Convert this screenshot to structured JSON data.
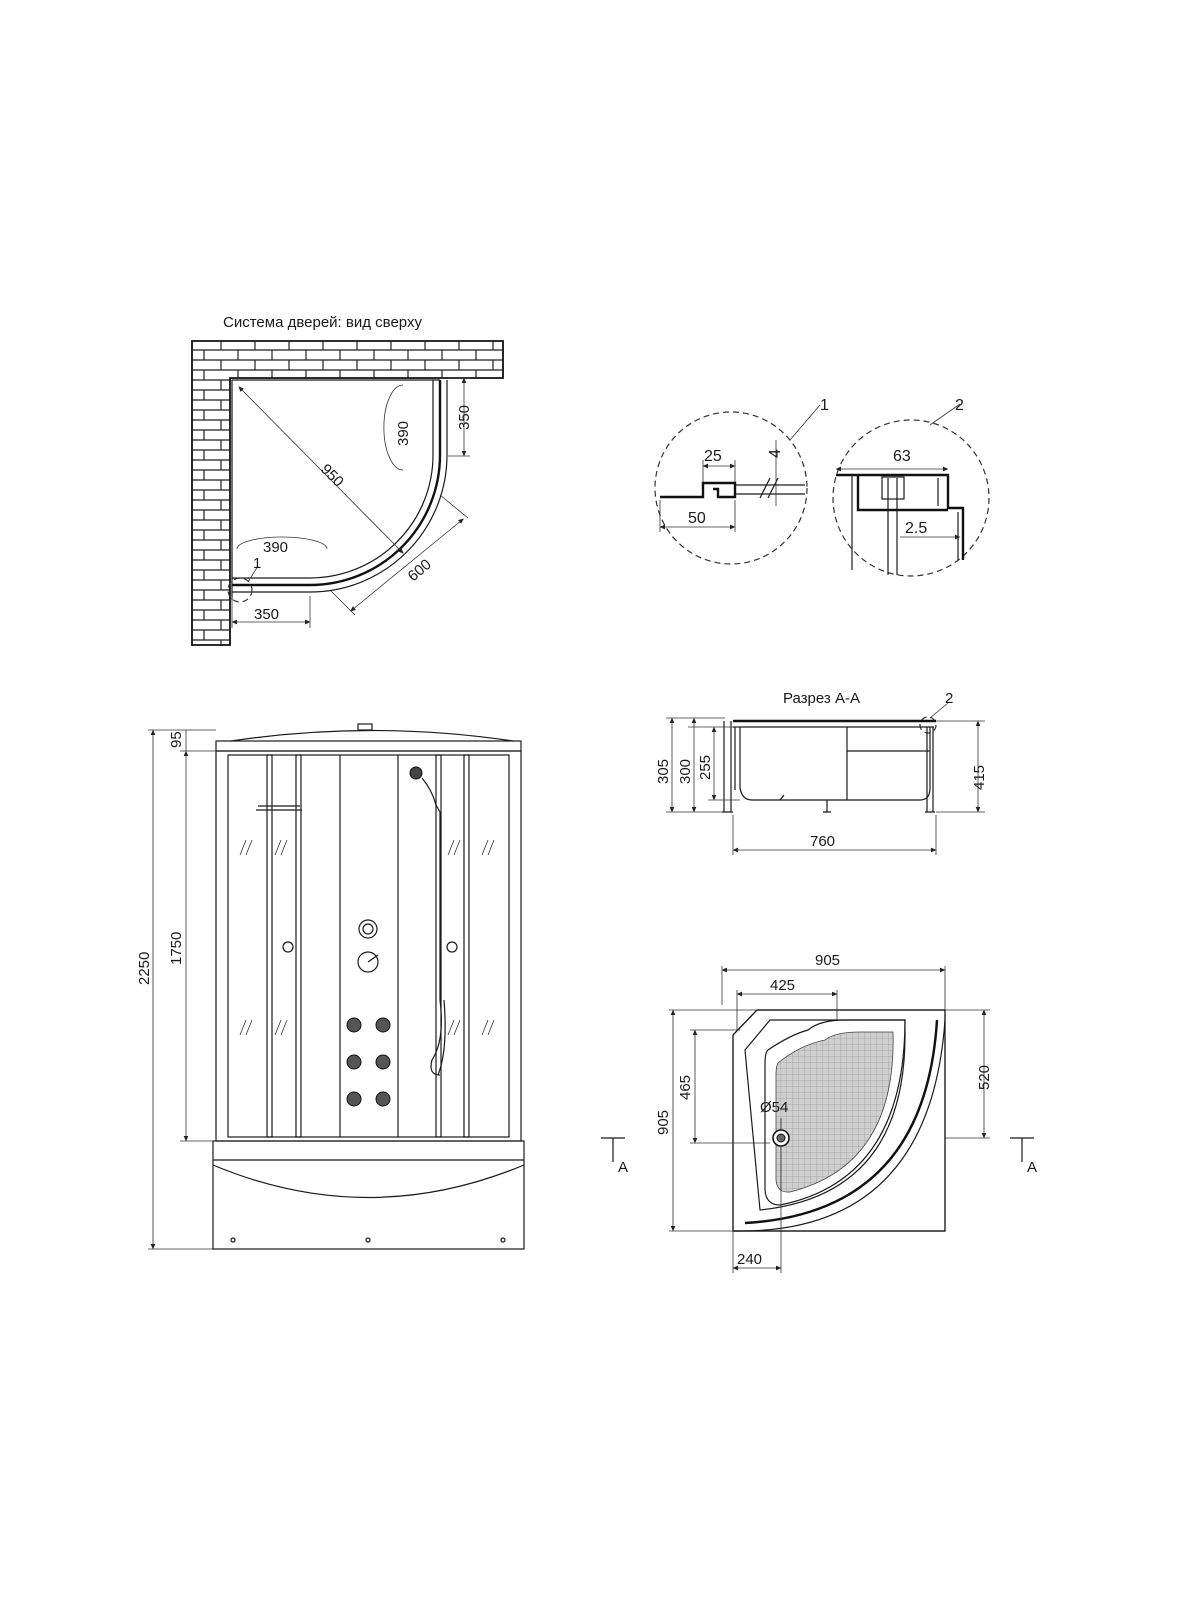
{
  "titles": {
    "top_view": "Система дверей: вид сверху",
    "section": "Разрез A-A"
  },
  "top_view": {
    "diagonal": "950",
    "door_arc_right": "390",
    "door_arc_bottom": "390",
    "side_right": "350",
    "side_bottom": "350",
    "radius": "600",
    "callout": "1"
  },
  "detail1": {
    "callout": "1",
    "w_top": "25",
    "w_bottom": "50",
    "thickness": "4"
  },
  "detail2": {
    "callout": "2",
    "w_top": "63",
    "gap": "2.5"
  },
  "front_view": {
    "total_height": "2250",
    "panel_height": "1750",
    "top_height": "95"
  },
  "section_view": {
    "callout": "2",
    "h1": "305",
    "h2": "300",
    "h3": "255",
    "h_right": "415",
    "width": "760"
  },
  "tray_plan": {
    "width_total": "905",
    "width_inner": "425",
    "height_total": "905",
    "height_inner": "465",
    "height_right": "520",
    "drain": "Ø54",
    "offset": "240",
    "section_mark_left": "A",
    "section_mark_right": "A"
  }
}
